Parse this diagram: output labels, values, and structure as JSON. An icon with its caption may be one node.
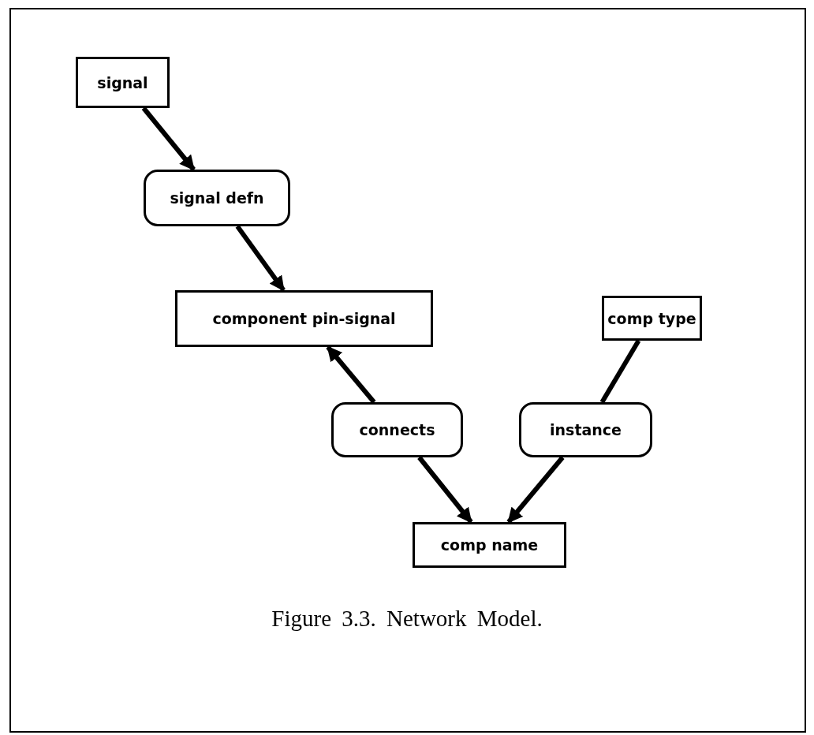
{
  "diagram": {
    "caption": "Figure 3.3. Network Model.",
    "nodes": [
      {
        "text": [
          "signal"
        ]
      },
      {
        "text": [
          "signal defn"
        ]
      },
      {
        "text": [
          "component pin-signal"
        ]
      },
      {
        "text": [
          "comp type"
        ]
      },
      {
        "text": [
          "connects"
        ]
      },
      {
        "text": [
          "instance"
        ]
      },
      {
        "text": [
          "comp name"
        ]
      }
    ],
    "edges": [
      {
        "from": 0,
        "to": 1,
        "arrow": "to"
      },
      {
        "from": 1,
        "to": 2,
        "arrow": "to"
      },
      {
        "from": 4,
        "to": 2,
        "arrow": "to"
      },
      {
        "from": 4,
        "to": 6,
        "arrow": "to"
      },
      {
        "from": 5,
        "to": 6,
        "arrow": "to"
      },
      {
        "from": 3,
        "to": 5,
        "arrow": "none"
      }
    ]
  }
}
